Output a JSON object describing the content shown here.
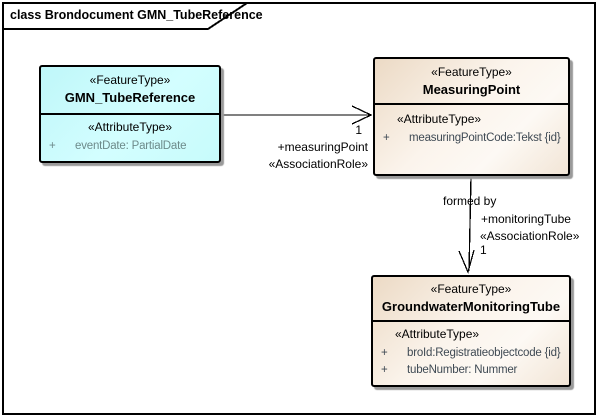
{
  "diagram": {
    "title": "class Brondocument GMN_TubeReference",
    "colors": {
      "shadow": "#9a9a9a",
      "cyan-fill": "#c9fdfd",
      "peach-fill-start": "#ecdac5",
      "peach-fill-end": "#fdf9f4",
      "border": "#000000",
      "cyan-attr-text": "#6d8a8a",
      "peach-attr-text": "#3f4a54"
    },
    "classes": [
      {
        "stereotype": "«FeatureType»",
        "name": "GMN_TubeReference",
        "attr_stereotype": "«AttributeType»",
        "attributes": [
          {
            "visibility": "+",
            "text": "eventDate: PartialDate"
          }
        ]
      },
      {
        "stereotype": "«FeatureType»",
        "name": "MeasuringPoint",
        "attr_stereotype": "«AttributeType»",
        "attributes": [
          {
            "visibility": "+",
            "text": "measuringPointCode:Tekst {id}"
          }
        ]
      },
      {
        "stereotype": "«FeatureType»",
        "name": "GroundwaterMonitoringTube",
        "attr_stereotype": "«AttributeType»",
        "attributes": [
          {
            "visibility": "+",
            "text": "broId:Registratieobjectcode {id}"
          },
          {
            "visibility": "+",
            "text": "tubeNumber: Nummer"
          }
        ]
      }
    ],
    "associations": [
      {
        "multiplicity": "1",
        "role": "+measuringPoint",
        "stereotype": "«AssociationRole»"
      },
      {
        "name": "formed by",
        "role": "+monitoringTube",
        "stereotype": "«AssociationRole»",
        "multiplicity": "1"
      }
    ]
  }
}
